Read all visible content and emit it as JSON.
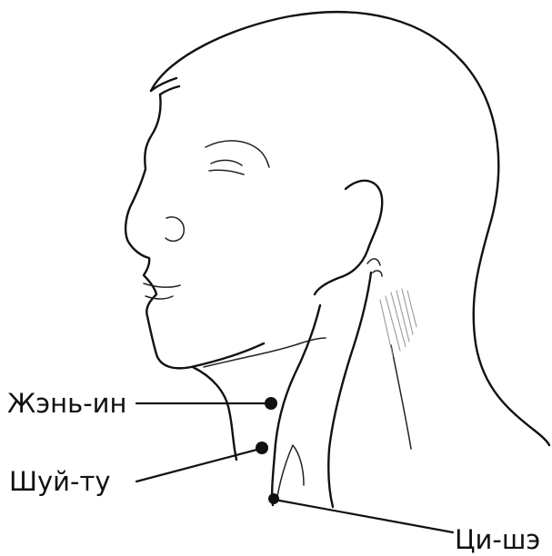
{
  "labels": {
    "point_1": "Жэнь-ин",
    "point_2": "Шуй-ту",
    "point_3": "Ци-шэ"
  },
  "colors": {
    "line": "#111111",
    "background": "#ffffff"
  }
}
